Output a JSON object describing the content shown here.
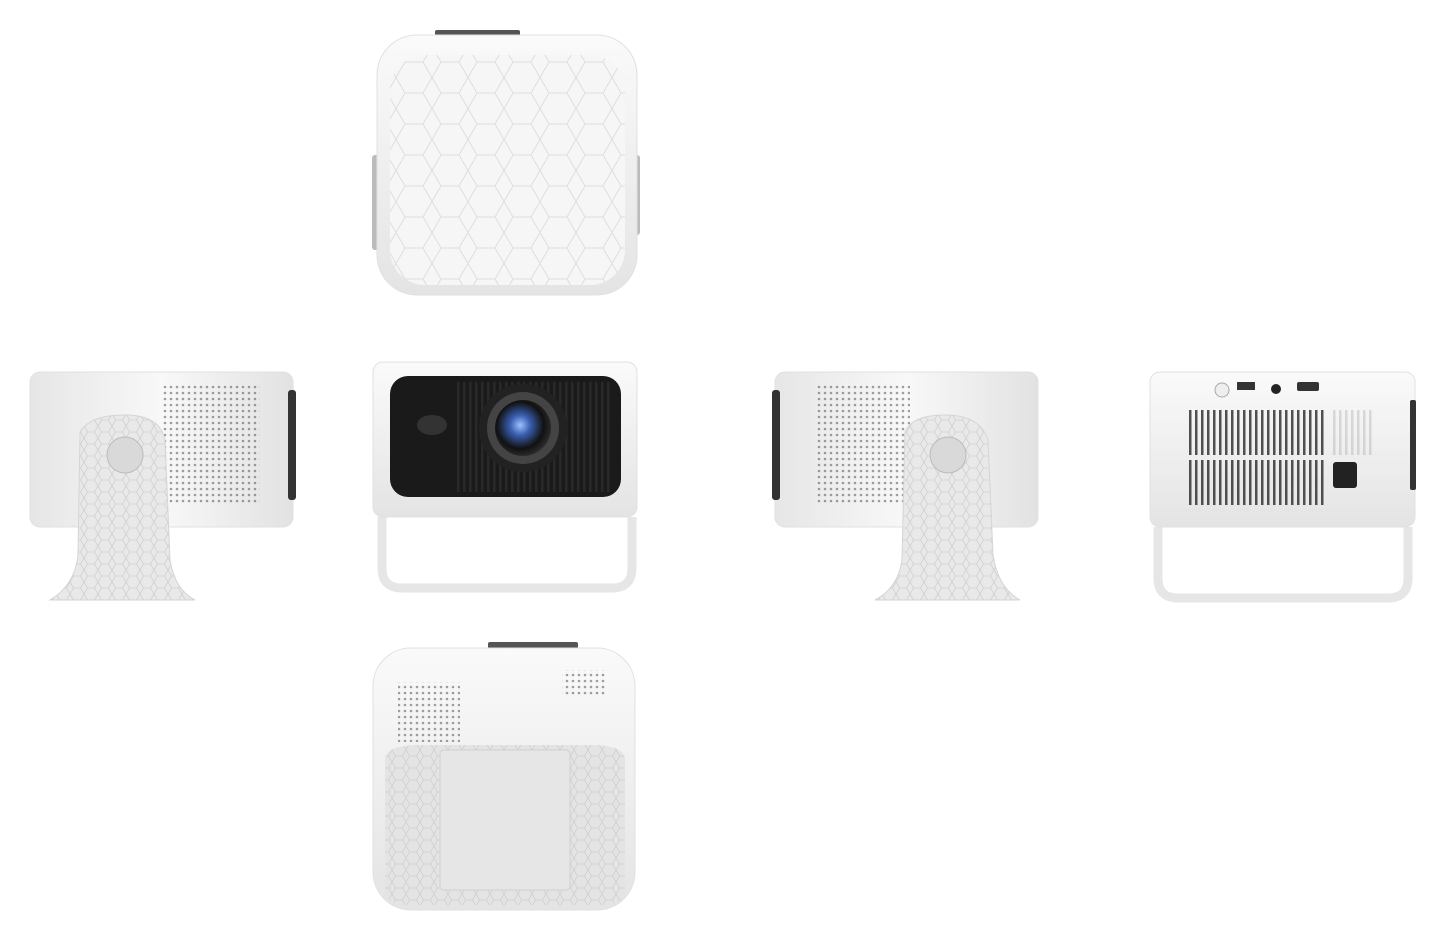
{
  "product_views": [
    {
      "view": "top"
    },
    {
      "view": "front"
    },
    {
      "view": "left-side"
    },
    {
      "view": "right-side"
    },
    {
      "view": "back"
    },
    {
      "view": "bottom"
    }
  ],
  "colors": {
    "background": "#ffffff",
    "body": "#f2f2f2",
    "body_shadow": "#dcdcdc",
    "front_panel": "#1a1a1a",
    "lens_accent": "#3a5fb0",
    "handle": "#f4f4f4"
  },
  "icons": [
    "lens-icon",
    "usb-port-icon",
    "hdmi-port-icon",
    "audio-jack-icon",
    "power-socket-icon",
    "focus-knob-icon"
  ]
}
